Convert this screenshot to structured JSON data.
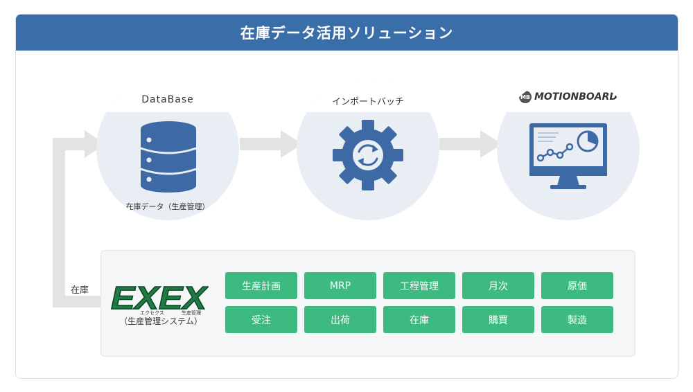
{
  "header": {
    "title": "在庫データ活用ソリューション"
  },
  "stages": {
    "database": {
      "label": "DataBase",
      "caption": "在庫データ（生産管理）",
      "icon": "database-icon"
    },
    "import": {
      "label": "インポートバッチ",
      "icon": "gear-sync-icon"
    },
    "motionboard": {
      "logo_badge": "MB",
      "logo_text": "MOTIONBOARD",
      "icon": "monitor-dashboard-icon"
    }
  },
  "feedback": {
    "label": "在庫"
  },
  "system": {
    "logo_text": "EXEX",
    "logo_sub_left": "エクセクス",
    "logo_sub_right": "生産管理",
    "caption": "（生産管理システム）",
    "modules_row1": [
      "生産計画",
      "MRP",
      "工程管理",
      "月次",
      "原価"
    ],
    "modules_row2": [
      "受注",
      "出荷",
      "在庫",
      "購買",
      "製造"
    ]
  },
  "colors": {
    "header": "#3a6ea8",
    "icon_blue": "#3d6aa5",
    "module_green": "#3dba7f",
    "circle_bg": "#e9eef4",
    "arrow_gray": "#e3e3e3",
    "logo_green": "#1f7a45"
  }
}
